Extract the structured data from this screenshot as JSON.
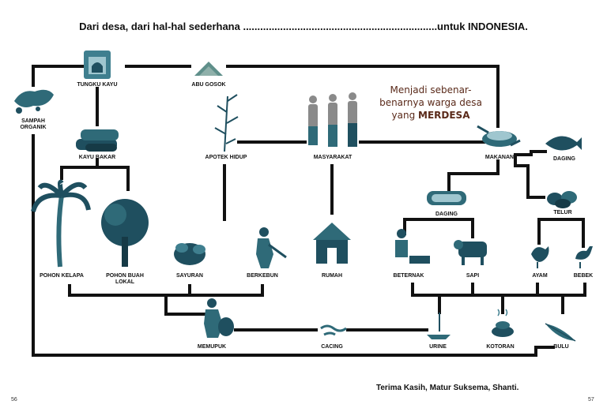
{
  "header": {
    "title": "Dari desa, dari hal-hal sederhana ....................................................................untuk INDONESIA."
  },
  "quote": {
    "line1": "Menjadi sebenar-",
    "line2": "benarnya warga desa",
    "line3_prefix": "yang ",
    "line3_bold": "MERDESA"
  },
  "nodes": {
    "tungku_kayu": "TUNGKU KAYU",
    "abu_gosok": "ABU GOSOK",
    "sampah_organik": [
      "SAMPAH",
      "ORGANIK"
    ],
    "kayu_bakar": "KAYU BAKAR",
    "apotek_hidup": "APOTEK HIDUP",
    "masyarakat": "MASYARAKAT",
    "makanan": "MAKANAN",
    "daging_top": "DAGING",
    "daging_mid": "DAGING",
    "telur": "TELUR",
    "pohon_kelapa": "POHON KELAPA",
    "pohon_buah_lokal": [
      "POHON BUAH",
      "LOKAL"
    ],
    "sayuran": "SAYURAN",
    "berkebun": "BERKEBUN",
    "rumah": "RUMAH",
    "beternak": "BETERNAK",
    "sapi": "SAPI",
    "ayam": "AYAM",
    "bebek": "BEBEK",
    "memupuk": "MEMUPUK",
    "cacing": "CACING",
    "urine": "URINE",
    "kotoran": "KOTORAN",
    "bulu": "BULU"
  },
  "footer": {
    "thanks": "Terima Kasih, Matur Suksema, Shanti."
  },
  "pages": {
    "left": "56",
    "right": "57"
  },
  "colors": {
    "line": "#111111",
    "icon": "#1f4f5f",
    "icon_light": "#3f7f8f",
    "quote_text": "#5a2a1a"
  }
}
